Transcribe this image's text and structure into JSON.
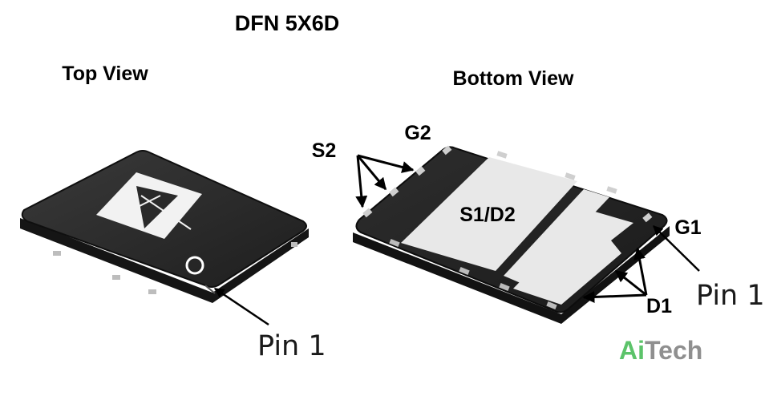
{
  "title": "DFN 5X6D",
  "top_view": {
    "heading": "Top View",
    "pin1_label": "Pin 1"
  },
  "bottom_view": {
    "heading": "Bottom View",
    "pad_labels": {
      "s2": "S2",
      "g2": "G2",
      "s1d2": "S1/D2",
      "g1": "G1",
      "d1": "D1"
    },
    "pin1_label": "Pin 1"
  },
  "watermark": {
    "part1": "Ai",
    "part2": "Tech",
    "color1": "#5cc36a",
    "color2": "#8f8f8f"
  },
  "colors": {
    "package_body": "#2a2a2a",
    "package_edge": "#111111",
    "pad_metal": "#e6e6e6",
    "arrow": "#000000"
  }
}
